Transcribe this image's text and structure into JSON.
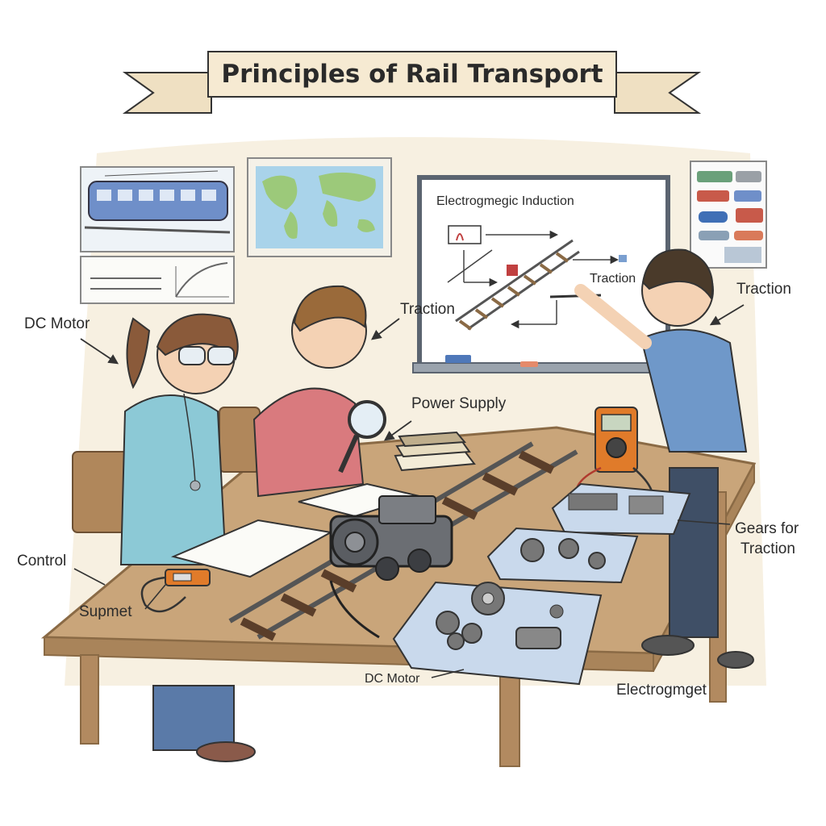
{
  "banner": {
    "title": "Principles of Rail Transport"
  },
  "whiteboard": {
    "heading": "Electrogmegic Induction",
    "inner_label": "Traction"
  },
  "labels": {
    "dc_motor_left": "DC Motor",
    "traction_center": "Traction",
    "traction_right": "Traction",
    "power_supply": "Power Supply",
    "gears_for_traction_line1": "Gears for",
    "gears_for_traction_line2": "Traction",
    "control": "Control",
    "supmet": "Supmet",
    "dc_motor_bottom": "DC Motor",
    "electrogmget": "Electrogmget"
  },
  "colors": {
    "banner_fill": "#f6ead2",
    "wall": "#f7f0e1",
    "table": "#c9a57a",
    "table_edge": "#8a6a45",
    "whiteboard_frame": "#5b6470",
    "girl_shirt": "#8cc9d6",
    "boy_center_shirt": "#d97a7e",
    "boy_right_shirt": "#6f98c9",
    "tray": "#c9d9ec",
    "train_poster": "#6f8fc9",
    "map_water": "#a9d3ea",
    "map_land": "#9cc97a"
  },
  "icons": [
    "arrow-icon",
    "magnifier-icon",
    "multimeter-icon",
    "gear-icon",
    "locomotive-icon",
    "book-icon"
  ]
}
